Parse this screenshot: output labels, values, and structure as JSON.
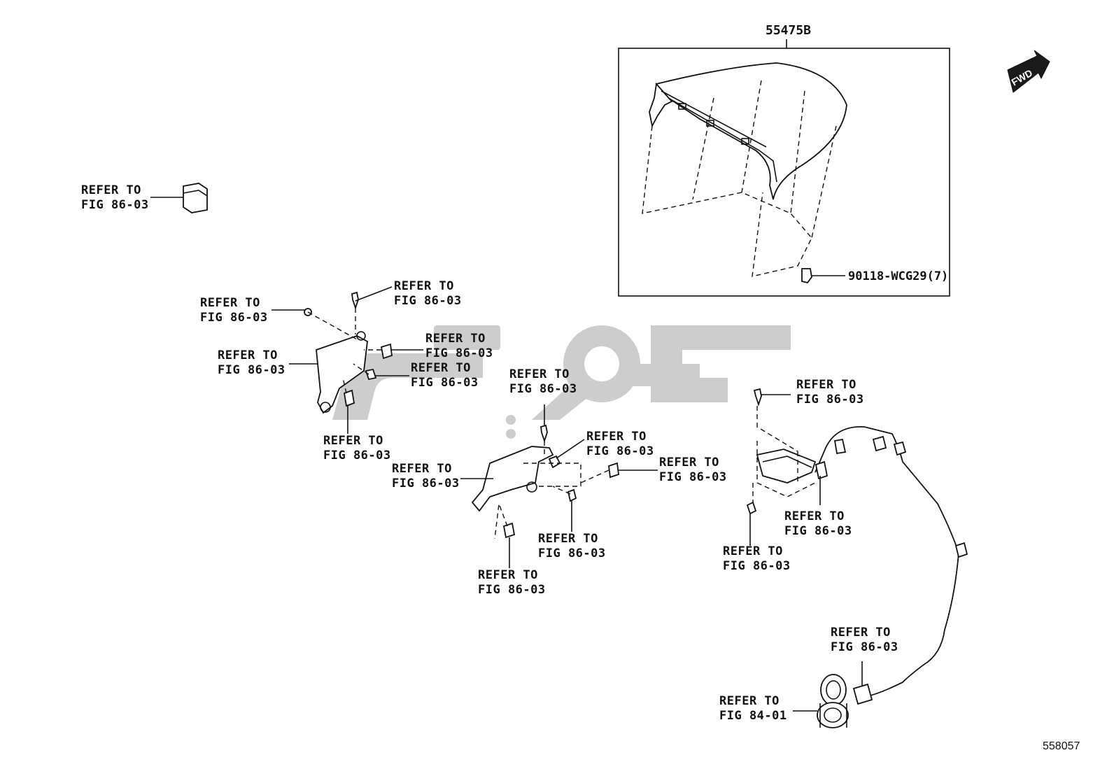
{
  "header": {
    "part_55475B": "55475B",
    "part_90118": "90118-WCG29(7)",
    "fwd": "FWD"
  },
  "labels": [
    {
      "id": "l1",
      "line1": "REFER TO",
      "line2": "FIG 86-03"
    },
    {
      "id": "l2",
      "line1": "REFER TO",
      "line2": "FIG 86-03"
    },
    {
      "id": "l3",
      "line1": "REFER TO",
      "line2": "FIG 86-03"
    },
    {
      "id": "l4",
      "line1": "REFER TO",
      "line2": "FIG 86-03"
    },
    {
      "id": "l5",
      "line1": "REFER TO",
      "line2": "FIG 86-03"
    },
    {
      "id": "l6",
      "line1": "REFER TO",
      "line2": "FIG 86-03"
    },
    {
      "id": "l7",
      "line1": "REFER TO",
      "line2": "FIG 86-03"
    },
    {
      "id": "l8",
      "line1": "REFER TO",
      "line2": "FIG 86-03"
    },
    {
      "id": "l9",
      "line1": "REFER TO",
      "line2": "FIG 86-03"
    },
    {
      "id": "l10",
      "line1": "REFER TO",
      "line2": "FIG 86-03"
    },
    {
      "id": "l11",
      "line1": "REFER TO",
      "line2": "FIG 86-03"
    },
    {
      "id": "l12",
      "line1": "REFER TO",
      "line2": "FIG 86-03"
    },
    {
      "id": "l13",
      "line1": "REFER TO",
      "line2": "FIG 86-03"
    },
    {
      "id": "l14",
      "line1": "REFER TO",
      "line2": "FIG 86-03"
    },
    {
      "id": "l15",
      "line1": "REFER TO",
      "line2": "FIG 86-03"
    },
    {
      "id": "l16",
      "line1": "REFER TO",
      "line2": "FIG 86-03"
    },
    {
      "id": "l17",
      "line1": "REFER TO",
      "line2": "FIG 86-03"
    },
    {
      "id": "l18",
      "line1": "REFER TO",
      "line2": "FIG 84-01"
    }
  ],
  "figure_number": "558057",
  "colors": {
    "line": "#111111",
    "watermark": "#c8c8c8",
    "fwd_fill": "#1a1a1a"
  }
}
